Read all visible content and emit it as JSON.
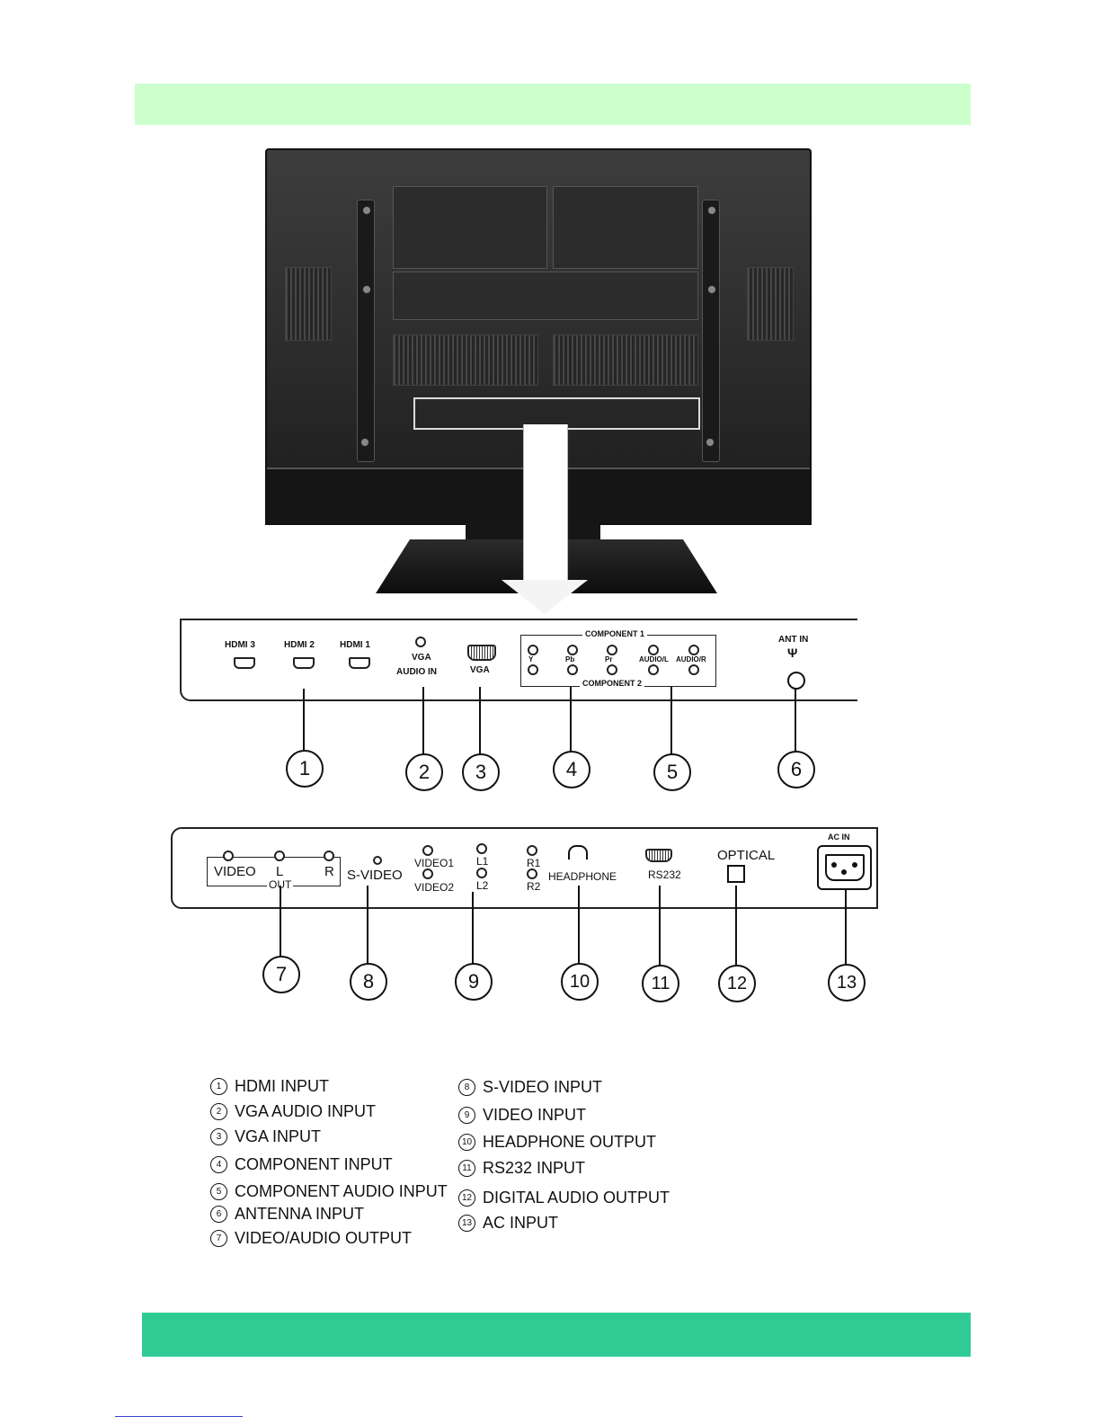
{
  "panel_top": {
    "hdmi3": "HDMI 3",
    "hdmi2": "HDMI 2",
    "hdmi1": "HDMI 1",
    "vga_audio_line1": "VGA",
    "vga_audio_line2": "AUDIO IN",
    "vga": "VGA",
    "component1": "COMPONENT 1",
    "component2": "COMPONENT 2",
    "comp_y": "Y",
    "comp_pb": "Pb",
    "comp_pr": "Pr",
    "audio_l": "AUDIO/L",
    "audio_r": "AUDIO/R",
    "ant_in": "ANT IN"
  },
  "panel_bottom": {
    "video": "VIDEO",
    "l": "L",
    "r": "R",
    "out": "OUT",
    "svideo": "S-VIDEO",
    "video1": "VIDEO1",
    "video2": "VIDEO2",
    "l1": "L1",
    "l2": "L2",
    "r1": "R1",
    "r2": "R2",
    "headphone": "HEADPHONE",
    "rs232": "RS232",
    "optical": "OPTICAL",
    "ac_in": "AC IN"
  },
  "callouts": [
    "1",
    "2",
    "3",
    "4",
    "5",
    "6",
    "7",
    "8",
    "9",
    "10",
    "11",
    "12",
    "13"
  ],
  "legend_left": [
    {
      "n": "1",
      "text": "HDMI INPUT"
    },
    {
      "n": "2",
      "text": "VGA  AUDIO INPUT"
    },
    {
      "n": "3",
      "text": "VGA INPUT"
    },
    {
      "n": "4",
      "text": "COMPONENT INPUT"
    },
    {
      "n": "5",
      "text": "COMPONENT AUDIO INPUT"
    },
    {
      "n": "6",
      "text": "ANTENNA INPUT"
    },
    {
      "n": "7",
      "text": "VIDEO/AUDIO OUTPUT"
    }
  ],
  "legend_right": [
    {
      "n": "8",
      "text": "S-VIDEO INPUT"
    },
    {
      "n": "9",
      "text": "VIDEO INPUT"
    },
    {
      "n": "10",
      "text": "HEADPHONE OUTPUT"
    },
    {
      "n": "11",
      "text": "RS232 INPUT"
    },
    {
      "n": "12",
      "text": "DIGITAL AUDIO OUTPUT"
    },
    {
      "n": "13",
      "text": "AC INPUT"
    }
  ],
  "colors": {
    "top_band": "#ccffcc",
    "bottom_band": "#2ecc94"
  }
}
